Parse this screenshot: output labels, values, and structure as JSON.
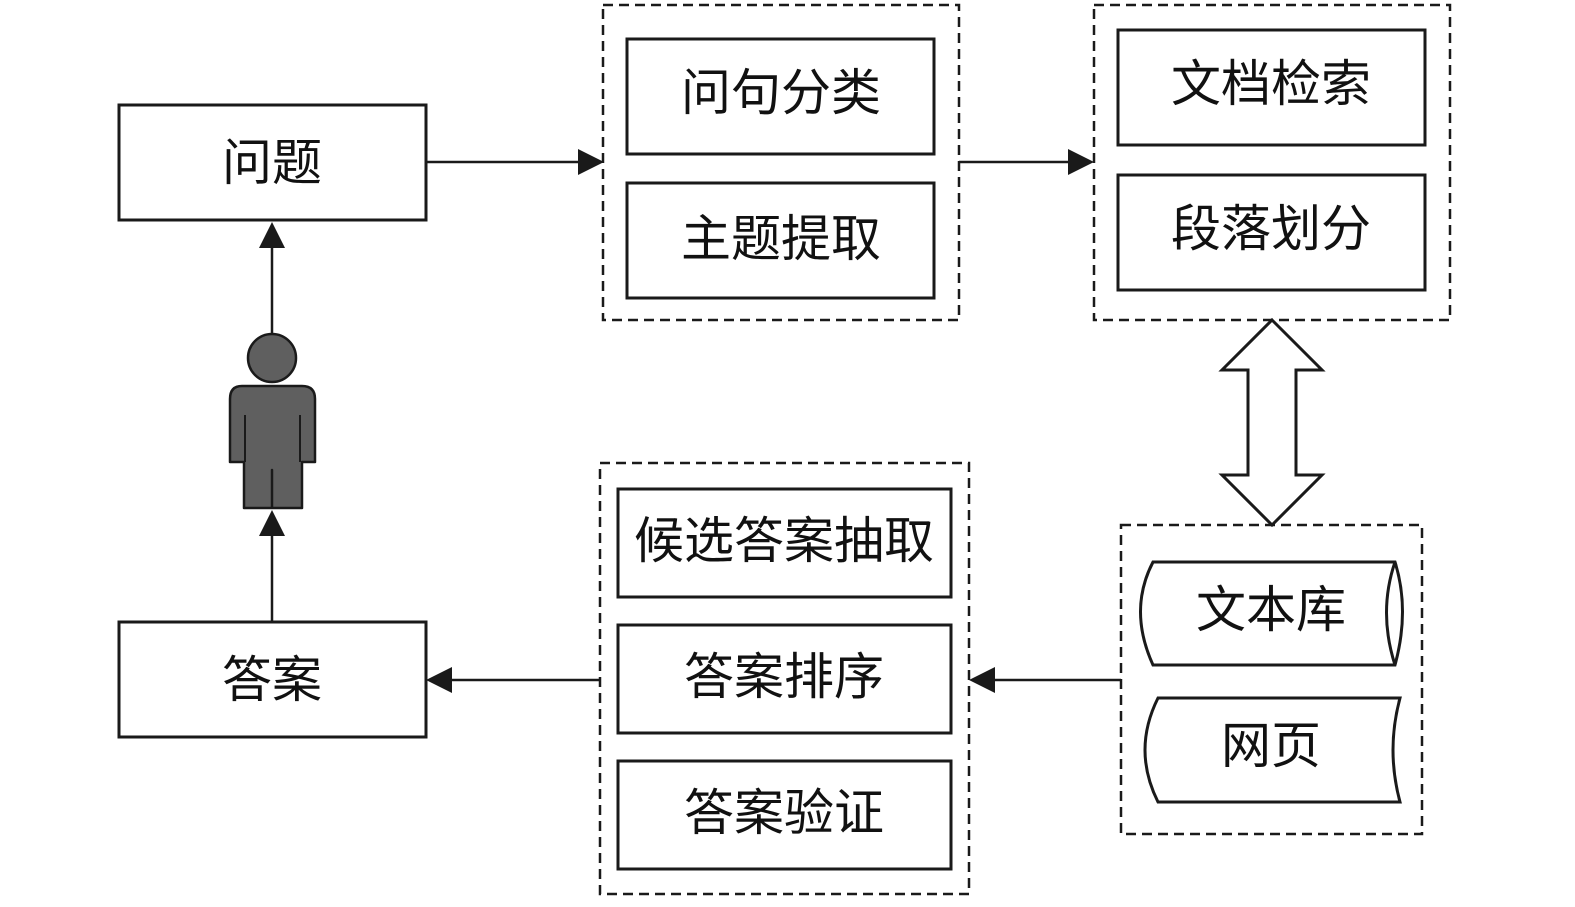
{
  "colors": {
    "stroke": "#1a1a1a",
    "person_fill": "#5f5f5f",
    "background": "#ffffff"
  },
  "icons": {
    "person": "person-icon",
    "arrow": "arrowhead",
    "double_arrow": "double-headed-hollow-arrow",
    "database": "cylinder-shape"
  },
  "nodes": {
    "question": "问题",
    "answer": "答案"
  },
  "question_analysis": {
    "items": [
      "问句分类",
      "主题提取"
    ]
  },
  "retrieval": {
    "items": [
      "文档检索",
      "段落划分"
    ]
  },
  "sources": {
    "items": [
      "文本库",
      "网页"
    ]
  },
  "answer_extraction": {
    "items": [
      "候选答案抽取",
      "答案排序",
      "答案验证"
    ]
  }
}
